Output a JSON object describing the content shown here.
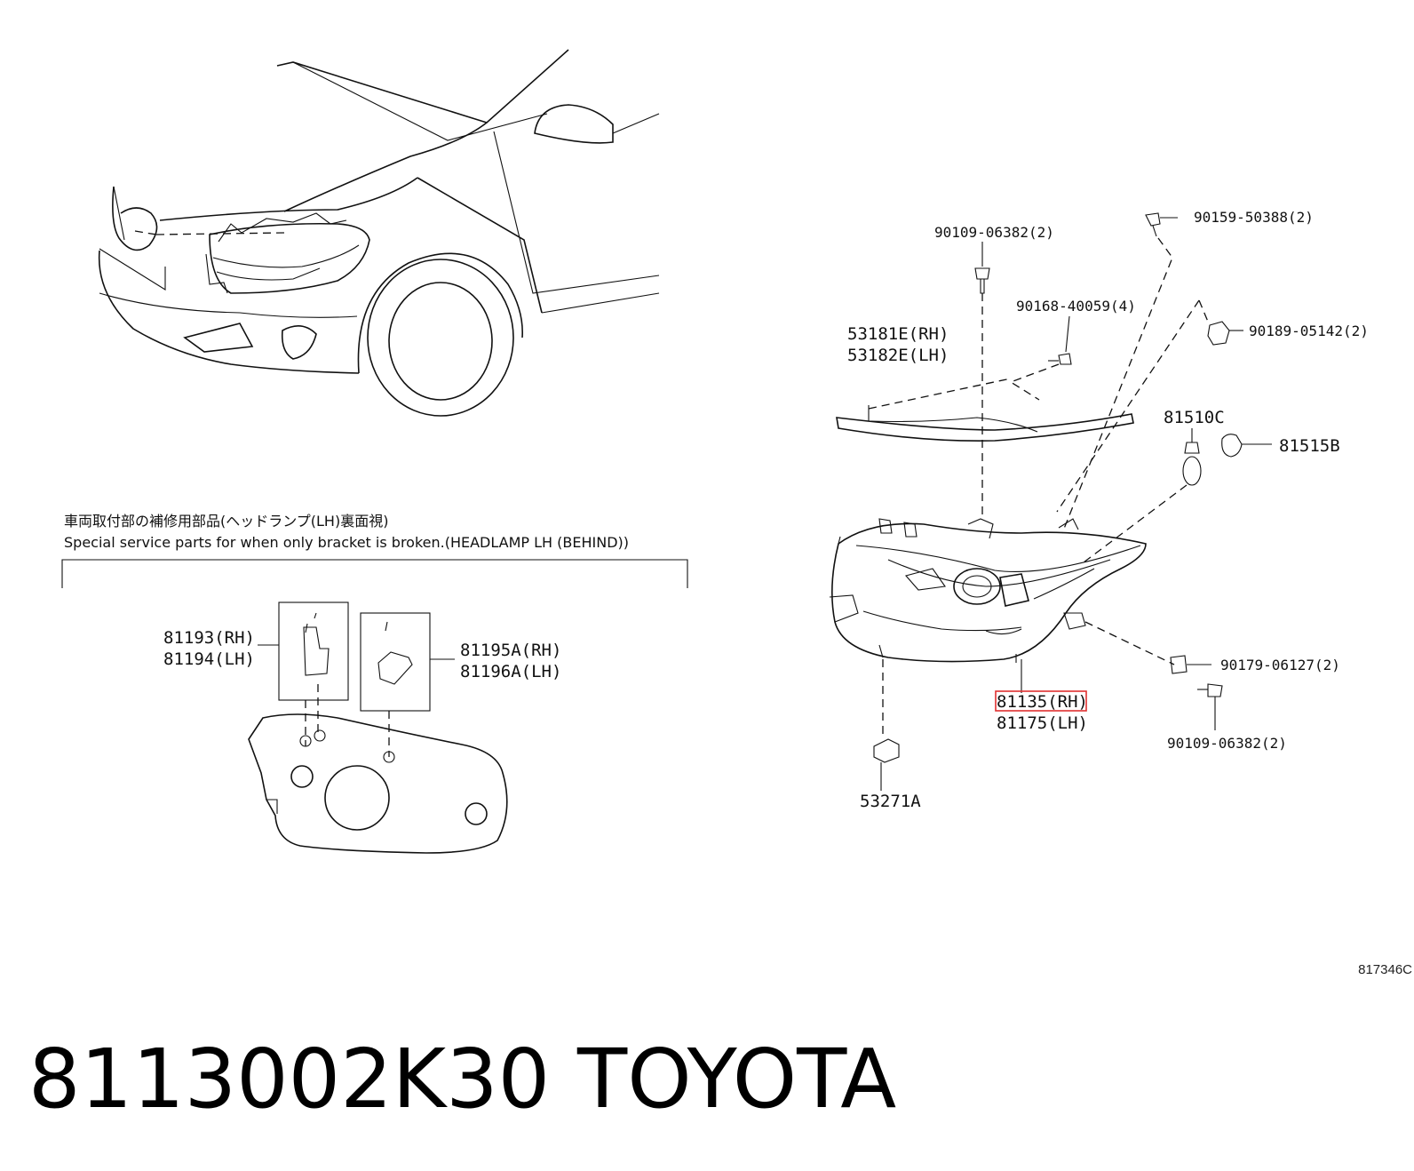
{
  "diagram": {
    "labels": {
      "p90109_top": "90109-06382(2)",
      "p90159": "90159-50388(2)",
      "p90168": "90168-40059(4)",
      "p90189": "90189-05142(2)",
      "p53181E": "53181E(RH)",
      "p53182E": "53182E(LH)",
      "p81510C": "81510C",
      "p81515B": "81515B",
      "p90179": "90179-06127(2)",
      "p81135": "81135(RH)",
      "p81175": "81175(LH)",
      "p90109_bottom": "90109-06382(2)",
      "p53271A": "53271A",
      "p81193": "81193(RH)",
      "p81194": "81194(LH)",
      "p81195A": "81195A(RH)",
      "p81196A": "81196A(LH)"
    },
    "note_jp": "車両取付部の補修用部品(ヘッドランプ(LH)裏面視)",
    "note_en": "Special service parts for when only bracket is broken.(HEADLAMP LH (BEHIND))",
    "diagram_code": "817346C",
    "highlight_color": "#e03030"
  },
  "footer": {
    "part_number": "8113002K30",
    "brand": "TOYOTA"
  }
}
